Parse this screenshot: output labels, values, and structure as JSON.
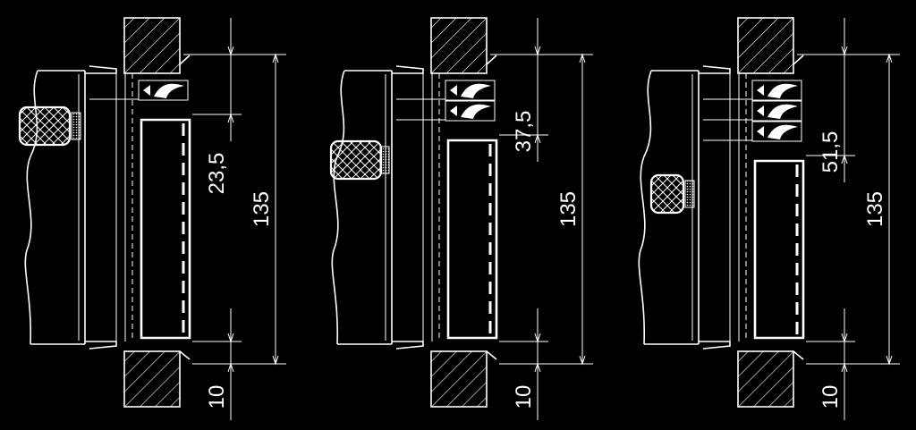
{
  "details": [
    {
      "id": "detail-1",
      "blades": 1,
      "dims": {
        "top_label": "23,5",
        "total_label": "135",
        "bottom_label": "10"
      }
    },
    {
      "id": "detail-2",
      "blades": 2,
      "dims": {
        "top_label": "37,5",
        "total_label": "135",
        "bottom_label": "10"
      }
    },
    {
      "id": "detail-3",
      "blades": 3,
      "dims": {
        "top_label": "51,5",
        "total_label": "135",
        "bottom_label": "10"
      }
    }
  ],
  "colors": {
    "background": "#000000",
    "line": "#ffffff"
  }
}
